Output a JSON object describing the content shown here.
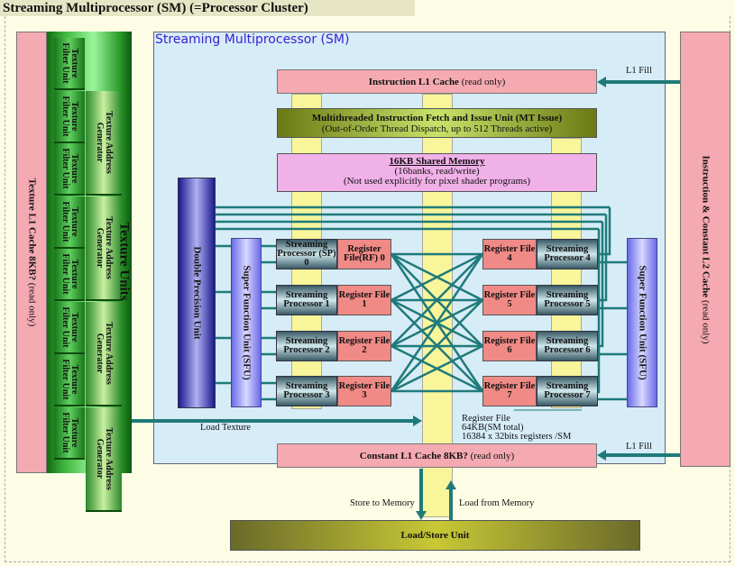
{
  "title": "Streaming Multiprocessor (SM) (=Processor Cluster)",
  "sm_title": "Streaming Multiprocessor (SM)",
  "texture": {
    "l1_cache_bold": "Texture L1 Cache  8KB?",
    "l1_cache_rest": " (read only)",
    "units_label": "Texture Units",
    "filter_unit": "Texture Filter Unit",
    "address_generator": "Texture Address Generator",
    "filter_count": 8,
    "generator_count": 4,
    "load_texture": "Load Texture"
  },
  "instruction_l1": {
    "bold": "Instruction L1 Cache",
    "rest": " (read only)"
  },
  "mt_issue": {
    "line1": "Multithreaded Instruction Fetch and Issue Unit (MT Issue)",
    "line2": "(Out-of-Order Thread Dispatch, up to 512 Threads active)"
  },
  "shared_memory": {
    "line1": "16KB Shared Memory",
    "line2": "(16banks, read/write)",
    "line3": "(Not used explicitly for pixel shader programs)"
  },
  "double_precision_unit": "Double Precision Unit",
  "sfu_label": "Super Function Unit (SFU)",
  "processors_left": [
    {
      "sp": "Streaming Processor (SP) 0",
      "rf": "Register File(RF) 0"
    },
    {
      "sp": "Streaming Processor 1",
      "rf": "Register File 1"
    },
    {
      "sp": "Streaming Processor 2",
      "rf": "Register File 2"
    },
    {
      "sp": "Streaming Processor 3",
      "rf": "Register File 3"
    }
  ],
  "processors_right": [
    {
      "sp": "Streaming Processor 4",
      "rf": "Register File 4"
    },
    {
      "sp": "Streaming Processor 5",
      "rf": "Register File 5"
    },
    {
      "sp": "Streaming Processor 6",
      "rf": "Register File 6"
    },
    {
      "sp": "Streaming Processor 7",
      "rf": "Register File 7"
    }
  ],
  "register_file_note": [
    "Register File",
    "64KB(SM total)",
    "16384 x 32bits registers /SM"
  ],
  "constant_l1": {
    "bold": "Constant L1 Cache 8KB?",
    "rest": " (read only)"
  },
  "l1_fill": "L1 Fill",
  "l2_cache": {
    "bold": "Instruction & Constant L2 Cache",
    "rest": " (read only)"
  },
  "store_to_memory": "Store to Memory",
  "load_from_memory": "Load from Memory",
  "load_store_unit": "Load/Store Unit",
  "colors": {
    "wire": "#1f7a7a",
    "sm_title": "#3a1fd0",
    "cache": "#f4aab0",
    "shared_mem": "#f0b0e8"
  }
}
